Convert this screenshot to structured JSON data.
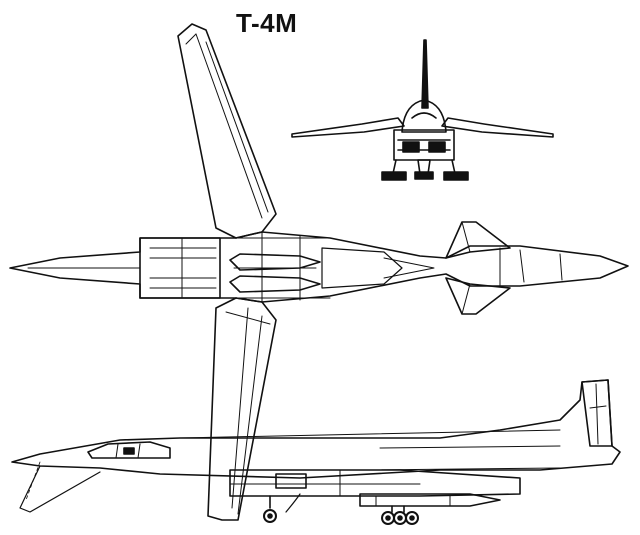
{
  "drawing": {
    "title": "T-4M",
    "ink_color": "#111111",
    "paper_color": "#ffffff",
    "views": [
      "front-view",
      "top-view",
      "side-view"
    ]
  }
}
